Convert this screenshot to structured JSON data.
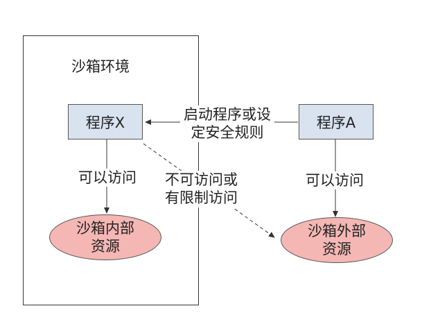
{
  "sandbox": {
    "title": "沙箱环境"
  },
  "nodes": {
    "program_x": "程序X",
    "program_a": "程序A",
    "inner_resource": "沙箱内部资源",
    "outer_resource": "沙箱外部资源"
  },
  "edges": {
    "launch_label": "启动程序或设定安全规则",
    "access_x": "可以访问",
    "access_a": "可以访问",
    "restricted": "不可访问或有限制访问"
  },
  "colors": {
    "box_fill": "#d9e2ef",
    "ellipse_fill": "#f4b7b4",
    "line": "#333333"
  }
}
